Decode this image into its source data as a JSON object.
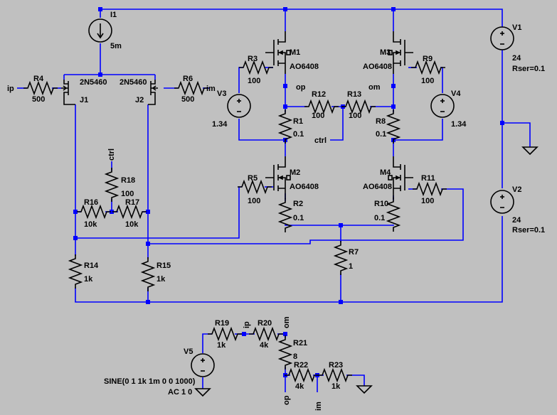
{
  "colors": {
    "background": "#c0c0c0",
    "wire": "#0000ff",
    "component": "#000000"
  },
  "parts": {
    "I1": {
      "name": "I1",
      "value": "5m"
    },
    "V1": {
      "name": "V1",
      "value": "24",
      "extra": "Rser=0.1"
    },
    "V2": {
      "name": "V2",
      "value": "24",
      "extra": "Rser=0.1"
    },
    "V3": {
      "name": "V3",
      "value": "1.34"
    },
    "V4": {
      "name": "V4",
      "value": "1.34"
    },
    "V5": {
      "name": "V5",
      "value": "SINE(0 1 1k 1m 0 0 1000)",
      "extra": "AC 1 0"
    },
    "J1": {
      "name": "J1",
      "value": "2N5460"
    },
    "J2": {
      "name": "J2",
      "value": "2N5460"
    },
    "M1": {
      "name": "M1",
      "value": "AO6408"
    },
    "M2": {
      "name": "M2",
      "value": "AO6408"
    },
    "M3": {
      "name": "M3",
      "value": "AO6408"
    },
    "M4": {
      "name": "M4",
      "value": "AO6408"
    },
    "R1": {
      "name": "R1",
      "value": "0.1"
    },
    "R2": {
      "name": "R2",
      "value": "0.1"
    },
    "R3": {
      "name": "R3",
      "value": "100"
    },
    "R4": {
      "name": "R4",
      "value": "500"
    },
    "R5": {
      "name": "R5",
      "value": "100"
    },
    "R6": {
      "name": "R6",
      "value": "500"
    },
    "R7": {
      "name": "R7",
      "value": "1"
    },
    "R8": {
      "name": "R8",
      "value": "0.1"
    },
    "R9": {
      "name": "R9",
      "value": "100"
    },
    "R10": {
      "name": "R10",
      "value": "0.1"
    },
    "R11": {
      "name": "R11",
      "value": "100"
    },
    "R12": {
      "name": "R12",
      "value": "100"
    },
    "R13": {
      "name": "R13",
      "value": "100"
    },
    "R14": {
      "name": "R14",
      "value": "1k"
    },
    "R15": {
      "name": "R15",
      "value": "1k"
    },
    "R16": {
      "name": "R16",
      "value": "10k"
    },
    "R17": {
      "name": "R17",
      "value": "10k"
    },
    "R18": {
      "name": "R18",
      "value": "100"
    },
    "R19": {
      "name": "R19",
      "value": "1k"
    },
    "R20": {
      "name": "R20",
      "value": "4k"
    },
    "R21": {
      "name": "R21",
      "value": "8"
    },
    "R22": {
      "name": "R22",
      "value": "4k"
    },
    "R23": {
      "name": "R23",
      "value": "1k"
    }
  },
  "nets": {
    "ip": "ip",
    "im": "im",
    "op": "op",
    "om": "om",
    "ctrl": "ctrl"
  }
}
